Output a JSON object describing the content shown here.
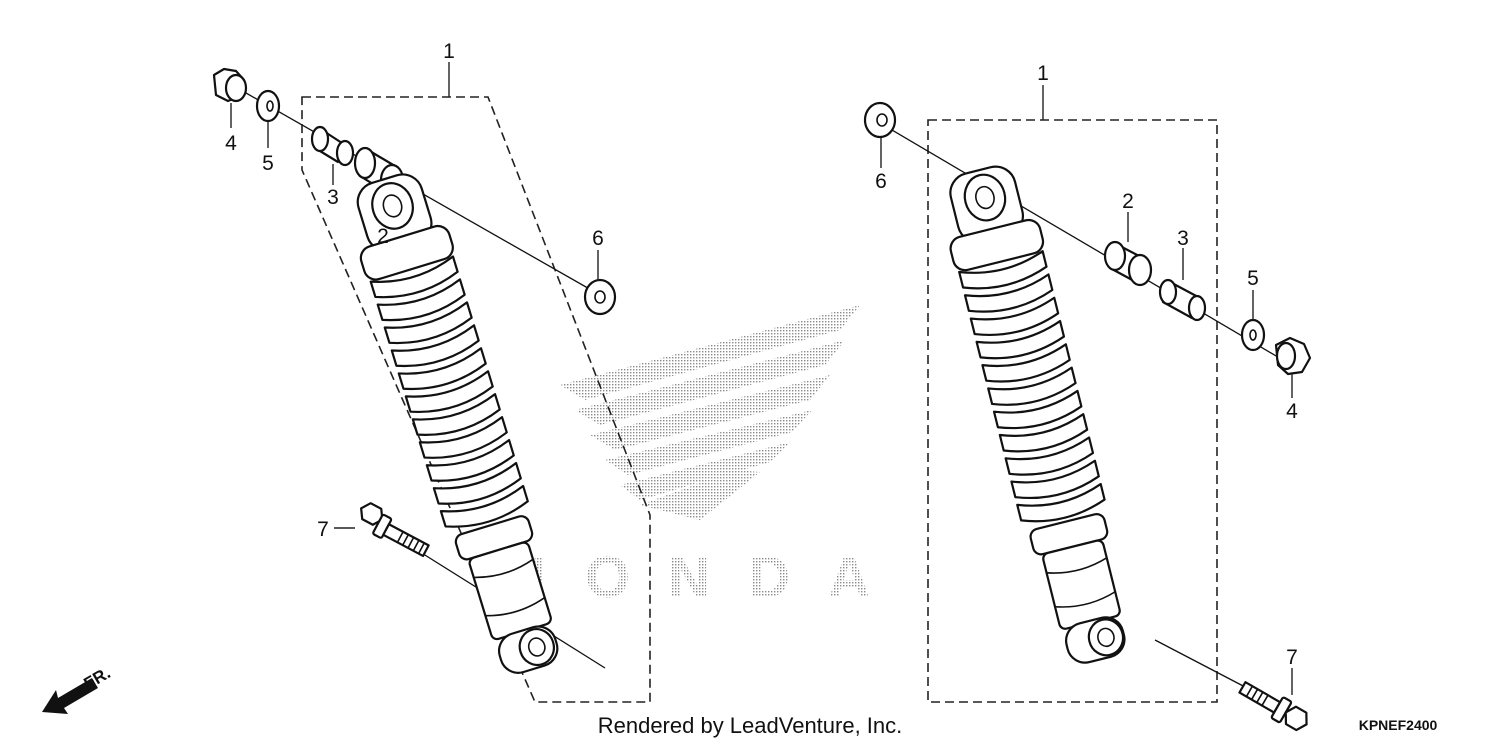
{
  "left_assembly": {
    "callouts": {
      "c1": "1",
      "c2": "2",
      "c3": "3",
      "c4": "4",
      "c5": "5",
      "c6": "6",
      "c7": "7"
    }
  },
  "right_assembly": {
    "callouts": {
      "c1": "1",
      "c2": "2",
      "c3": "3",
      "c4": "4",
      "c5": "5",
      "c6": "6",
      "c7": "7"
    }
  },
  "watermark": {
    "text": "HONDA"
  },
  "direction_indicator": {
    "label": "FR."
  },
  "footer": {
    "credit": "Rendered by LeadVenture, Inc.",
    "diagram_code": "KPNEF2400"
  },
  "colors": {
    "line": "#111111",
    "watermark": "#b0b0b0",
    "background": "#ffffff"
  }
}
